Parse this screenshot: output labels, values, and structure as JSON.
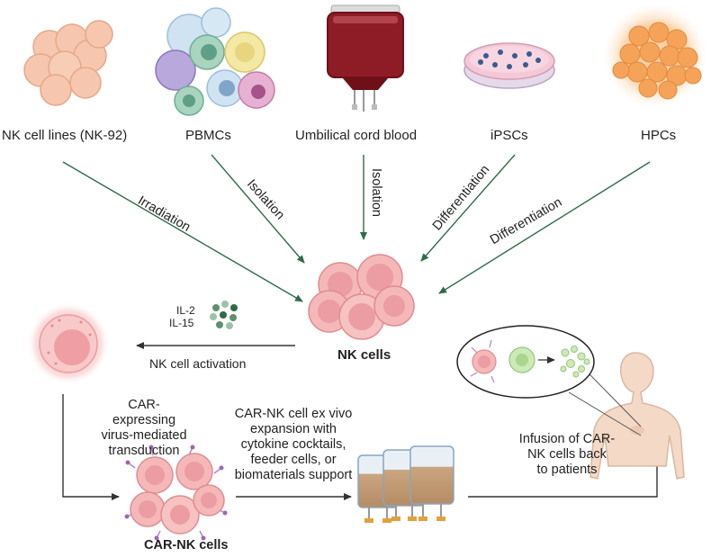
{
  "sources": [
    {
      "id": "nk92",
      "label": "NK cell lines (NK-92)",
      "arrow_label": "Irradiation"
    },
    {
      "id": "pbmc",
      "label": "PBMCs",
      "arrow_label": "Isolation"
    },
    {
      "id": "ucb",
      "label": "Umbilical cord blood",
      "arrow_label": "Isolation"
    },
    {
      "id": "ipsc",
      "label": "iPSCs",
      "arrow_label": "Differentiation"
    },
    {
      "id": "hpc",
      "label": "HPCs",
      "arrow_label": "Differentiation"
    }
  ],
  "nk_cells_label": "NK cells",
  "cytokines": [
    "IL-2",
    "IL-15"
  ],
  "activation_label": "NK cell activation",
  "transduction_label": [
    "CAR-",
    "expressing",
    "virus-mediated",
    "transduction"
  ],
  "car_nk_label": "CAR-NK cells",
  "expansion_label": [
    "CAR-NK cell ex vivo",
    "expansion with",
    "cytokine cocktails,",
    "feeder cells, or",
    "biomaterials support"
  ],
  "infusion_label": [
    "Infusion of CAR-",
    "NK cells back",
    "to patients"
  ],
  "colors": {
    "arrow_green": "#2f6b4a",
    "arrow_dark": "#333333",
    "cell_pink": "#f4b8b8",
    "cell_pink_dark": "#e08c92",
    "hpc_orange": "#f6a35a",
    "blood_red": "#8e1c26",
    "bag_fill": "#c7a27c"
  }
}
